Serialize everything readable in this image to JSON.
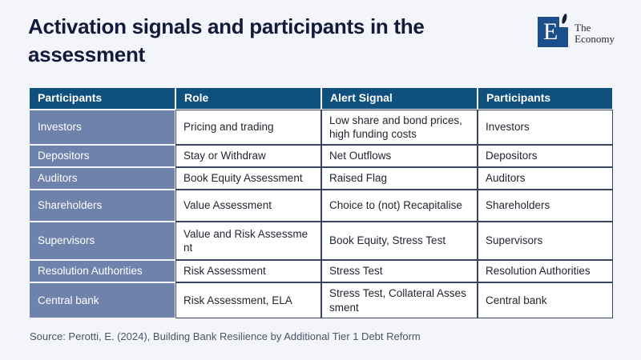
{
  "header": {
    "title": "Activation signals and participants in the\nassessment",
    "logo": {
      "letter": "E",
      "line1": "The",
      "line2": "Economy"
    }
  },
  "chart_data": {
    "type": "table",
    "title": "Activation signals and participants in the assessment",
    "columns": [
      "Participants",
      "Role",
      "Alert Signal",
      "Participants"
    ],
    "rows": [
      [
        "Investors",
        "Pricing and trading",
        "Low share and bond prices,\nhigh funding costs",
        "Investors"
      ],
      [
        "Depositors",
        "Stay or Withdraw",
        "Net Outflows",
        "Depositors"
      ],
      [
        "Auditors",
        "Book Equity Assessment",
        "Raised Flag",
        "Auditors"
      ],
      [
        "Shareholders",
        "Value Assessment",
        "Choice to (not) Recapitalise",
        "Shareholders"
      ],
      [
        "Supervisors",
        "Value and Risk Assessme\nnt",
        "Book Equity, Stress Test",
        "Supervisors"
      ],
      [
        "Resolution Authorities",
        "Risk Assessment",
        "Stress Test",
        "Resolution Authorities"
      ],
      [
        "Central bank",
        "Risk Assessment, ELA",
        "Stress Test, Collateral Asses\nsment",
        "Central bank"
      ]
    ],
    "source": "Source: Perotti, E. (2024), Building Bank Resilience by Additional Tier 1 Debt Reform",
    "colors": {
      "header_bg": "#10507E",
      "row_label_bg": "#6E82AB",
      "cell_border": "#37445C",
      "title_text": "#131B3B",
      "source_text": "#49536A",
      "logo_square": "#1D4E8C",
      "page_bg": "#F4F5FA"
    }
  }
}
